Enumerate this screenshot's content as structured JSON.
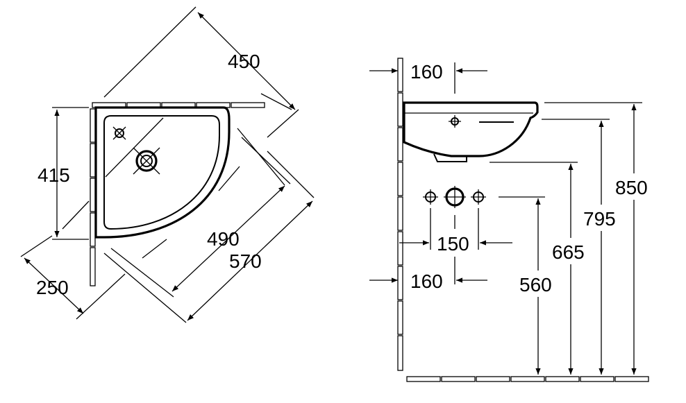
{
  "plan_view": {
    "dims": {
      "diag_width": "450",
      "depth": "415",
      "diag_490": "490",
      "diag_570": "570",
      "diag_250": "250"
    }
  },
  "side_view": {
    "dims": {
      "top_offset": "160",
      "tap_spacing": "150",
      "bottom_offset": "160",
      "height_850": "850",
      "height_795": "795",
      "height_665": "665",
      "height_560": "560"
    }
  }
}
